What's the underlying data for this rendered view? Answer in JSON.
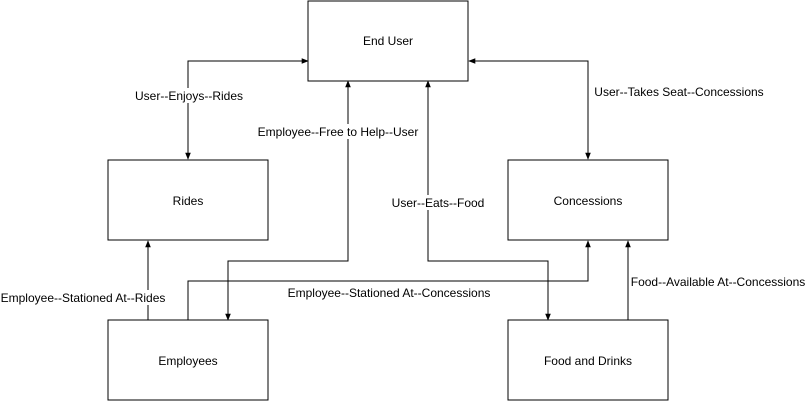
{
  "diagram": {
    "nodes": {
      "end_user": "End User",
      "rides": "Rides",
      "concessions": "Concessions",
      "employees": "Employees",
      "food_and_drinks": "Food and Drinks"
    },
    "edges": {
      "user_enjoys_rides": "User--Enjoys--Rides",
      "user_takes_seat_concessions": "User--Takes Seat--Concessions",
      "employee_free_to_help_user": "Employee--Free to Help--User",
      "user_eats_food": "User--Eats--Food",
      "employee_stationed_at_rides": "Employee--Stationed At--Rides",
      "employee_stationed_at_concessions": "Employee--Stationed At--Concessions",
      "food_available_at_concessions": "Food--Available At--Concessions"
    }
  }
}
